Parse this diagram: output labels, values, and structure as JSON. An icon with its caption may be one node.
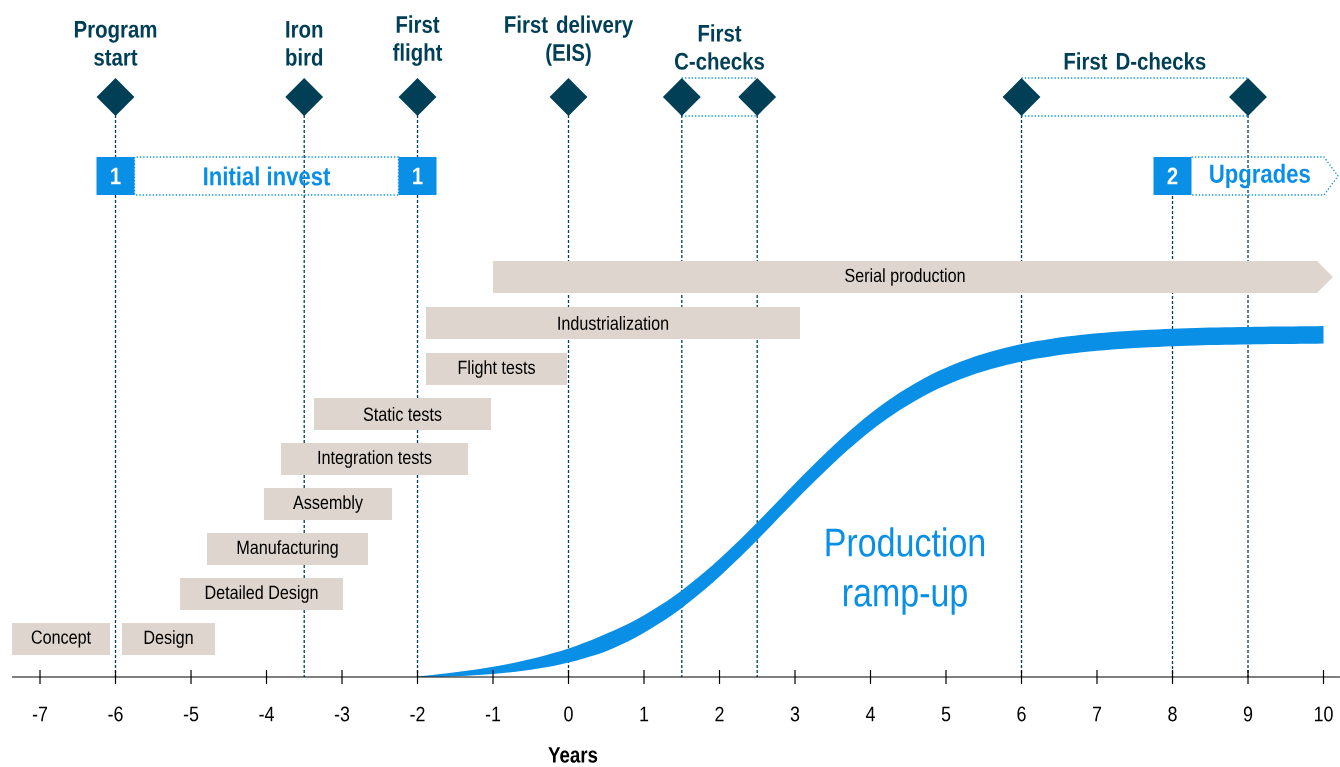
{
  "diagram": {
    "nodes": [
      {
        "text": [
          "Program start"
        ]
      },
      {
        "text": [
          "Iron bird"
        ]
      },
      {
        "text": [
          "First flight"
        ]
      },
      {
        "text": [
          "First delivery (EIS)"
        ]
      },
      {
        "text": [
          "First C-checks"
        ]
      },
      {
        "text": [],
        "shape": "diamond"
      },
      {
        "text": [],
        "shape": "diamond"
      },
      {
        "text": [
          "First D-checks"
        ]
      },
      {
        "text": [],
        "shape": "diamond"
      },
      {
        "text": [],
        "shape": "diamond"
      },
      {
        "text": [
          "1"
        ]
      },
      {
        "text": [
          "Initial invest"
        ]
      },
      {
        "text": [
          "1"
        ]
      },
      {
        "text": [
          "2"
        ]
      },
      {
        "text": [
          "Upgrades"
        ]
      },
      {
        "text": [
          "Serial production"
        ]
      },
      {
        "text": [
          "Industrialization"
        ]
      },
      {
        "text": [
          "Flight tests"
        ]
      },
      {
        "text": [
          "Static tests"
        ]
      },
      {
        "text": [
          "Integration tests"
        ]
      },
      {
        "text": [
          "Assembly"
        ]
      },
      {
        "text": [
          "Manufacturing"
        ]
      },
      {
        "text": [
          "Detailed Design"
        ]
      },
      {
        "text": [
          "Concept"
        ]
      },
      {
        "text": [
          "Design"
        ]
      }
    ],
    "labels": [
      "Production ramp-up",
      "-7",
      "-6",
      "-5",
      "-4",
      "-3",
      "-2",
      "-1",
      "0",
      "1",
      "2",
      "3",
      "4",
      "5",
      "6",
      "7",
      "8",
      "9",
      "10",
      "Years"
    ]
  }
}
